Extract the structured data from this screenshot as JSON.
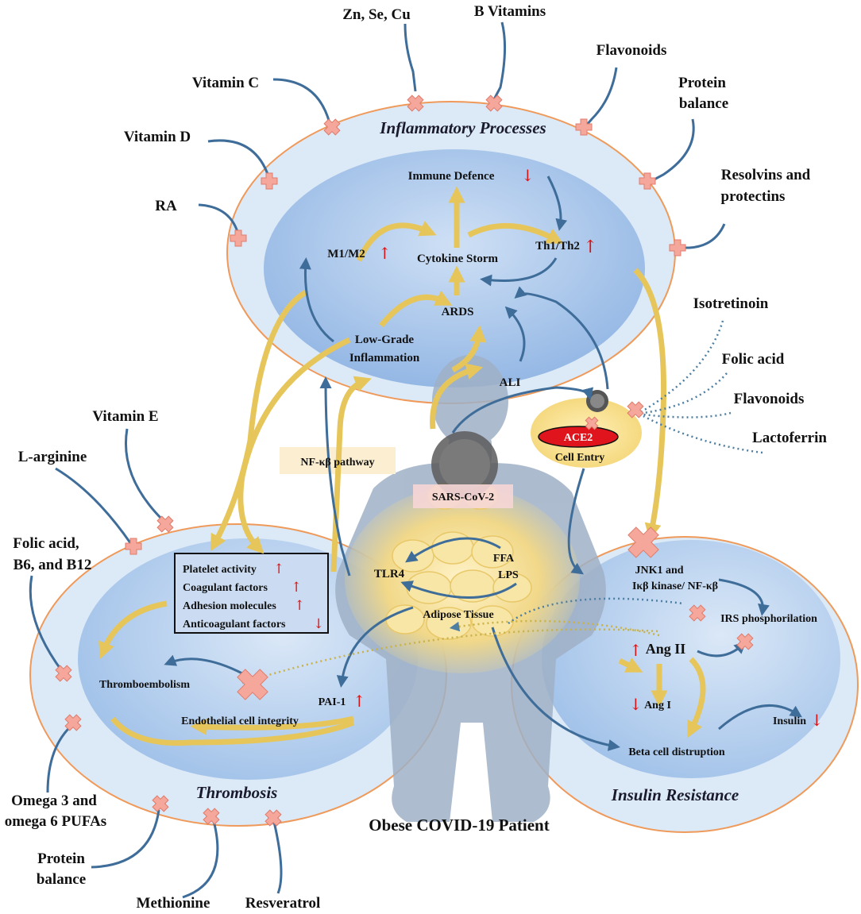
{
  "central_label": "Obese COVID-19 Patient",
  "regions": {
    "inflammatory": "Inflammatory Processes",
    "thrombosis": "Thrombosis",
    "insulin": "Insulin Resistance"
  },
  "inflammation_nodes": {
    "immune_defence": "Immune Defence",
    "m1m2": "M1/M2",
    "th1th2": "Th1/Th2",
    "cytokine_storm": "Cytokine Storm",
    "ards": "ARDS",
    "low_grade_1": "Low-Grade",
    "low_grade_2": "Inflammation",
    "ali": "ALI"
  },
  "virus": {
    "sars": "SARS-CoV-2",
    "ace2": "ACE2",
    "cell_entry": "Cell Entry",
    "nfkb": "NF-κβ pathway"
  },
  "adipose": {
    "tlr4": "TLR4",
    "ffa": "FFA",
    "lps": "LPS",
    "adipose_tissue": "Adipose Tissue",
    "pai1": "PAI-1"
  },
  "thrombosis_box": [
    {
      "text": "Platelet activity",
      "dir": "up"
    },
    {
      "text": "Coagulant factors",
      "dir": "up"
    },
    {
      "text": "Adhesion molecules",
      "dir": "up"
    },
    {
      "text": "Anticoagulant factors",
      "dir": "down"
    }
  ],
  "thrombosis_nodes": {
    "thromboembolism": "Thromboembolism",
    "endothelial": "Endothelial cell integrity"
  },
  "insulin_nodes": {
    "jnk1_1": "JNK1 and",
    "jnk1_2": "Iκβ kinase/ NF-κβ",
    "irs": "IRS phosphorilation",
    "ang2": "Ang II",
    "ang1": "Ang I",
    "insulin": "Insulin",
    "beta": "Beta cell distruption"
  },
  "nutrients": {
    "zn": "Zn, Se, Cu",
    "bvit": "B Vitamins",
    "flav_top": "Flavonoids",
    "protein_top_1": "Protein",
    "protein_top_2": "balance",
    "vitc": "Vitamin C",
    "vitd": "Vitamin D",
    "ra": "RA",
    "resolvins_1": "Resolvins and",
    "resolvins_2": "protectins",
    "isotretinoin": "Isotretinoin",
    "folic_right": "Folic acid",
    "flav_right": "Flavonoids",
    "lactoferrin": "Lactoferrin",
    "vite": "Vitamin E",
    "larg": "L-arginine",
    "folic_left_1": "Folic acid,",
    "folic_left_2": "B6, and B12",
    "omega_1": "Omega 3 and",
    "omega_2": "omega 6 PUFAs",
    "protein_bot_1": "Protein",
    "protein_bot_2": "balance",
    "methionine": "Methionine",
    "resveratrol": "Resveratrol"
  },
  "colors": {
    "outer_fill": "#dce9f6",
    "inner_fill": "#a9c8ec",
    "border": "#ef9a5a",
    "body": "#9fb0c6",
    "adipose": "#f3e0a0",
    "blue_arrow": "#3f6d99",
    "yellow_arrow": "#e6c65a",
    "ace2": "#e0141c"
  }
}
